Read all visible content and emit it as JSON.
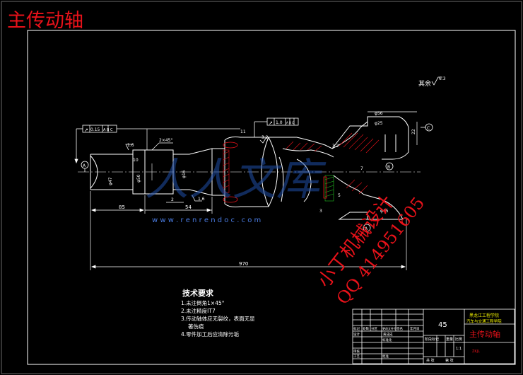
{
  "drawing_title": "主传动轴",
  "roughness_note": {
    "label": "其余",
    "value": "6.3"
  },
  "tolerances": {
    "runout_left": {
      "symbol": "↗",
      "value": "0.15",
      "datum": "A B C"
    },
    "runout_center": {
      "symbol": "↗",
      "value": "1.0",
      "datum": "A B C"
    },
    "datum_a": "A",
    "datum_b": "B",
    "datum_c": "C"
  },
  "dimensions": {
    "overall_length": "970",
    "len_85": "85",
    "len_54": "54",
    "len_2": "2",
    "len_3": "3",
    "len_5": "5",
    "len_7": "7",
    "len_10": "10",
    "len_11": "11",
    "len_22": "22",
    "chamfer": "2×45°",
    "dia_small": "φ47",
    "dia_mid": "φ50",
    "dia_main": "φ16",
    "dia_right": "φ25",
    "dia_right_top": "φ56",
    "dia_right_bottom": "φ45",
    "rough_1": "1.6",
    "rough_2": "1.6",
    "rough_3": "3.2",
    "rough_4": "3.2"
  },
  "tech_req": {
    "title": "技术要求",
    "items": [
      "1.未注倒角1×45°",
      "2.未注精度IT7",
      "3.传动轴体应无裂纹，表面无显",
      "著伤痕",
      "4.零件加工后应清除污垢"
    ]
  },
  "title_block": {
    "material": "45",
    "school_line1": "黑龙江工程学院",
    "school_line2": "汽车与交通工程学院",
    "part_name": "主传动轴",
    "labels": {
      "stage_mark": "阶段标记",
      "weight": "重量",
      "scale": "比例",
      "scale_value": "1:1",
      "design": "设计",
      "review": "审核",
      "process": "工艺",
      "sheet_total": "共 张",
      "sheet_no": "第 张",
      "marks": "标记",
      "count": "处数",
      "zone": "分区",
      "doc_no": "更改文件号",
      "signature": "签名",
      "date": "年月日",
      "std": "标准化",
      "approve": "批准",
      "drawn_by": "黄成成",
      "code": "ZKJL"
    }
  },
  "watermarks": {
    "big": "人人文库",
    "url": "w w w . r e n r e n d o c . c o m",
    "stamp_line1": "小丁机械设计",
    "stamp_line2": "QQ 414951605"
  },
  "colors": {
    "background": "#000000",
    "line": "#ffffff",
    "red": "#e8121a",
    "blue": "#4a7be0",
    "yellow": "#f0f000",
    "cyan": "#00c8d8",
    "green": "#20c020",
    "watermark": "#1f4fa8"
  }
}
